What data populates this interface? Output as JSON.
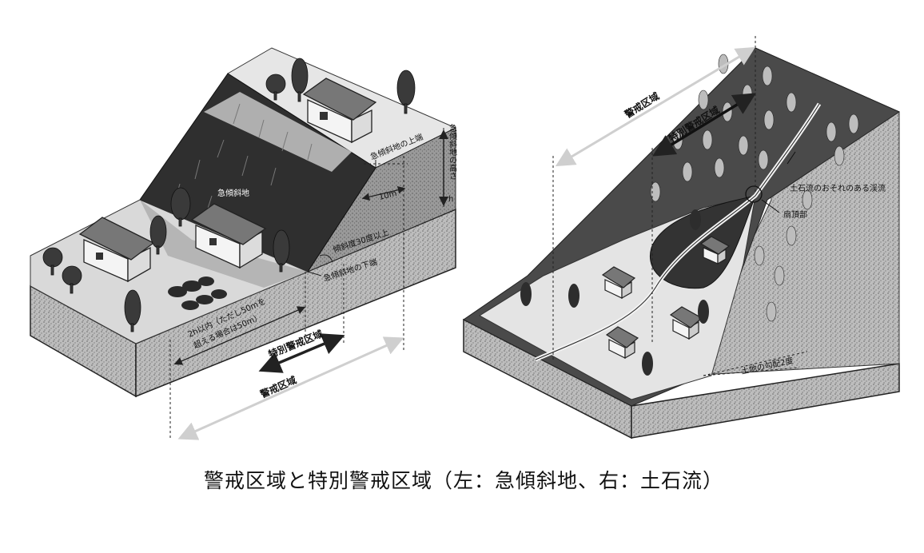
{
  "caption": "警戒区域と特別警戒区域（左：急傾斜地、右：土石流）",
  "left": {
    "steep_slope": "急傾斜地",
    "top_edge": "急傾斜地の上端",
    "bottom_edge": "急傾斜地の下端",
    "height_label": "急傾斜地の高さ",
    "height_symbol": "h",
    "ten_m": "10m",
    "angle": "傾斜度30度以上",
    "rule_line1": "2h以内（ただし50mを",
    "rule_line2": "超える場合は50m）",
    "special_zone": "特別警戒区域",
    "zone": "警戒区域"
  },
  "right": {
    "zone": "警戒区域",
    "special_zone": "特別警戒区域",
    "stream": "土石流のおそれのある渓流",
    "apex": "扇頂部",
    "gradient": "土地の勾配2度"
  }
}
